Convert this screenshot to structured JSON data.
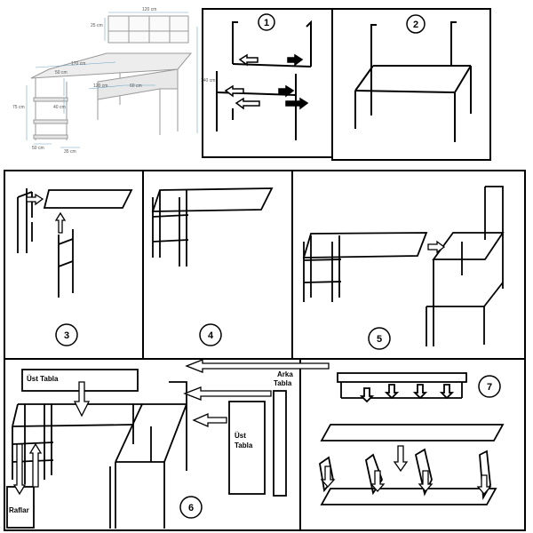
{
  "dimensions": {
    "top_width": "120 cm",
    "hutch_height": "25 cm",
    "total_length": "170 cm",
    "depth": "50 cm",
    "inner_length": "120 cm",
    "shelf_depth": "40 cm",
    "side_depth": "60 cm",
    "height": "75 cm",
    "total_height": "140 cm",
    "leg_width": "50 cm",
    "bottom_width": "35 cm"
  },
  "steps": [
    "1",
    "2",
    "3",
    "4",
    "5",
    "6",
    "7"
  ],
  "labels": {
    "top_board_1": "Üst Tabla",
    "top_board_2_line1": "Üst",
    "top_board_2_line2": "Tabla",
    "back_board_line1": "Arka",
    "back_board_line2": "Tabla",
    "shelves": "Raflar"
  },
  "colors": {
    "ink": "#000000",
    "product": "#d9d9d9",
    "product_edge": "#9a9a9a",
    "dim": "#6aa6c8",
    "arrow": "#000000"
  }
}
